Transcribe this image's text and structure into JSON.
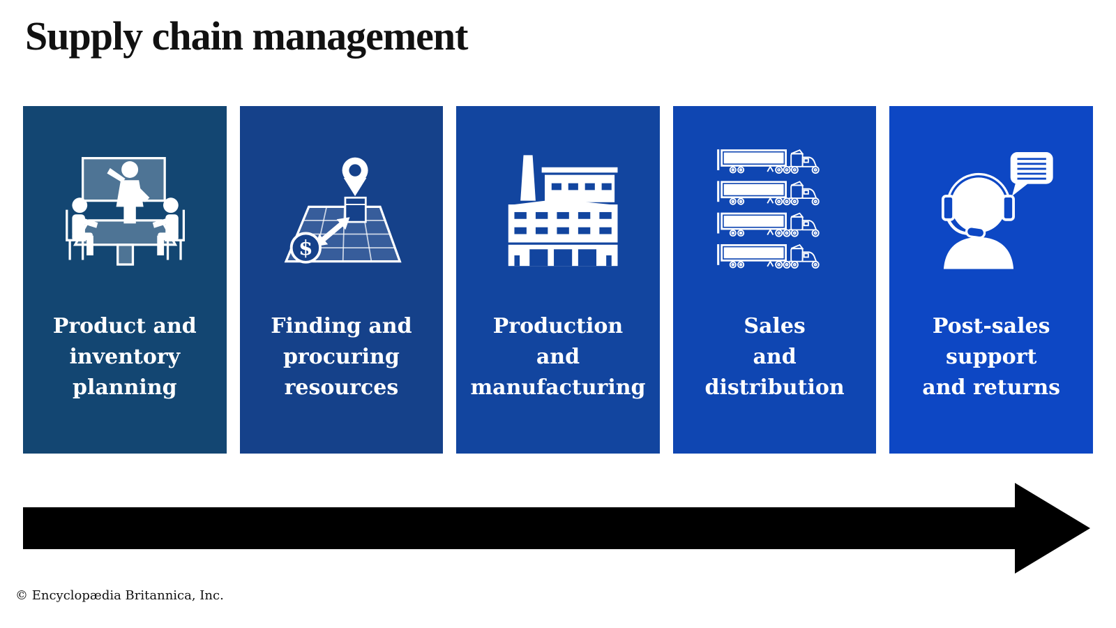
{
  "title": "Supply chain management",
  "credit": "© Encyclopædia Britannica, Inc.",
  "flow": {
    "direction": "left-to-right",
    "arrow_color": "#000000"
  },
  "colors": {
    "background": "#ffffff",
    "label_text": "#ffffff",
    "title_text": "#111111"
  },
  "icons": {
    "dollar_symbol": "$"
  },
  "stages": [
    {
      "label": "Product and\ninventory\nplanning",
      "icon": "meeting-presentation-icon",
      "color": "#134672"
    },
    {
      "label": "Finding and\nprocuring\nresources",
      "icon": "map-sourcing-cost-icon",
      "color": "#15418a"
    },
    {
      "label": "Production\nand\nmanufacturing",
      "icon": "factory-icon",
      "color": "#12459f"
    },
    {
      "label": "Sales\nand\ndistribution",
      "icon": "truck-fleet-icon",
      "color": "#0f46b2"
    },
    {
      "label": "Post-sales\nsupport\nand returns",
      "icon": "customer-support-icon",
      "color": "#0d47c4"
    }
  ]
}
